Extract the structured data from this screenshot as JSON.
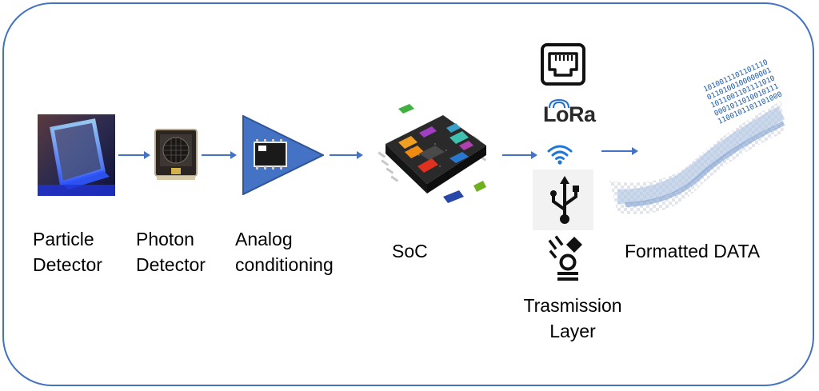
{
  "stages": {
    "particle_detector": {
      "line1": "Particle",
      "line2": "Detector"
    },
    "photon_detector": {
      "line1": "Photon",
      "line2": "Detector"
    },
    "analog_conditioning": {
      "line1": "Analog",
      "line2": "conditioning"
    },
    "soc": {
      "label": "SoC"
    },
    "transmission_layer": {
      "line1": "Trasmission",
      "line2": "Layer"
    },
    "formatted_data": {
      "label": "Formatted DATA"
    }
  },
  "icons": {
    "ethernet": "ethernet-port-icon",
    "lora": "LoRa",
    "wifi": "wifi-icon",
    "usb": "usb-icon",
    "firewire": "firewire-icon"
  },
  "binary_lines": [
    "1010011101101110",
    "0110100100000001",
    "1011001101111010",
    "0001011010010111",
    "1100101101101000"
  ],
  "colors": {
    "frame": "#4472c4",
    "arrow": "#4472c4",
    "triangle": "#4472c4"
  }
}
